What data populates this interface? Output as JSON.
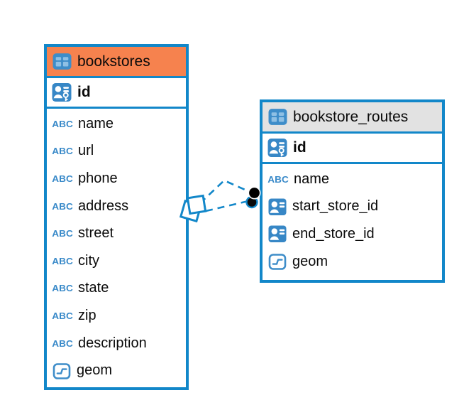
{
  "colors": {
    "accent_blue": "#1287c9",
    "icon_blue": "#3e8dc9",
    "icon_cell_blue": "#8fc0e4",
    "header_orange": "#f6824e",
    "header_gray": "#e2e2e2",
    "text": "#0a0a0a"
  },
  "icons": {
    "abc_label": "ABC"
  },
  "tables": [
    {
      "name": "bookstores",
      "header_style": "orange",
      "primary_key": {
        "label": "id",
        "icon": "person-key-icon"
      },
      "fields": [
        {
          "label": "name",
          "icon": "abc-type-icon"
        },
        {
          "label": "url",
          "icon": "abc-type-icon"
        },
        {
          "label": "phone",
          "icon": "abc-type-icon"
        },
        {
          "label": "address",
          "icon": "abc-type-icon"
        },
        {
          "label": "street",
          "icon": "abc-type-icon"
        },
        {
          "label": "city",
          "icon": "abc-type-icon"
        },
        {
          "label": "state",
          "icon": "abc-type-icon"
        },
        {
          "label": "zip",
          "icon": "abc-type-icon"
        },
        {
          "label": "description",
          "icon": "abc-type-icon"
        },
        {
          "label": "geom",
          "icon": "geometry-type-icon"
        }
      ]
    },
    {
      "name": "bookstore_routes",
      "header_style": "gray",
      "primary_key": {
        "label": "id",
        "icon": "person-key-icon"
      },
      "fields": [
        {
          "label": "name",
          "icon": "abc-type-icon"
        },
        {
          "label": "start_store_id",
          "icon": "person-ref-icon"
        },
        {
          "label": "end_store_id",
          "icon": "person-ref-icon"
        },
        {
          "label": "geom",
          "icon": "geometry-type-icon"
        }
      ]
    }
  ],
  "relationship": {
    "from_table": "bookstores",
    "to_table": "bookstore_routes",
    "line_style": "dashed"
  }
}
